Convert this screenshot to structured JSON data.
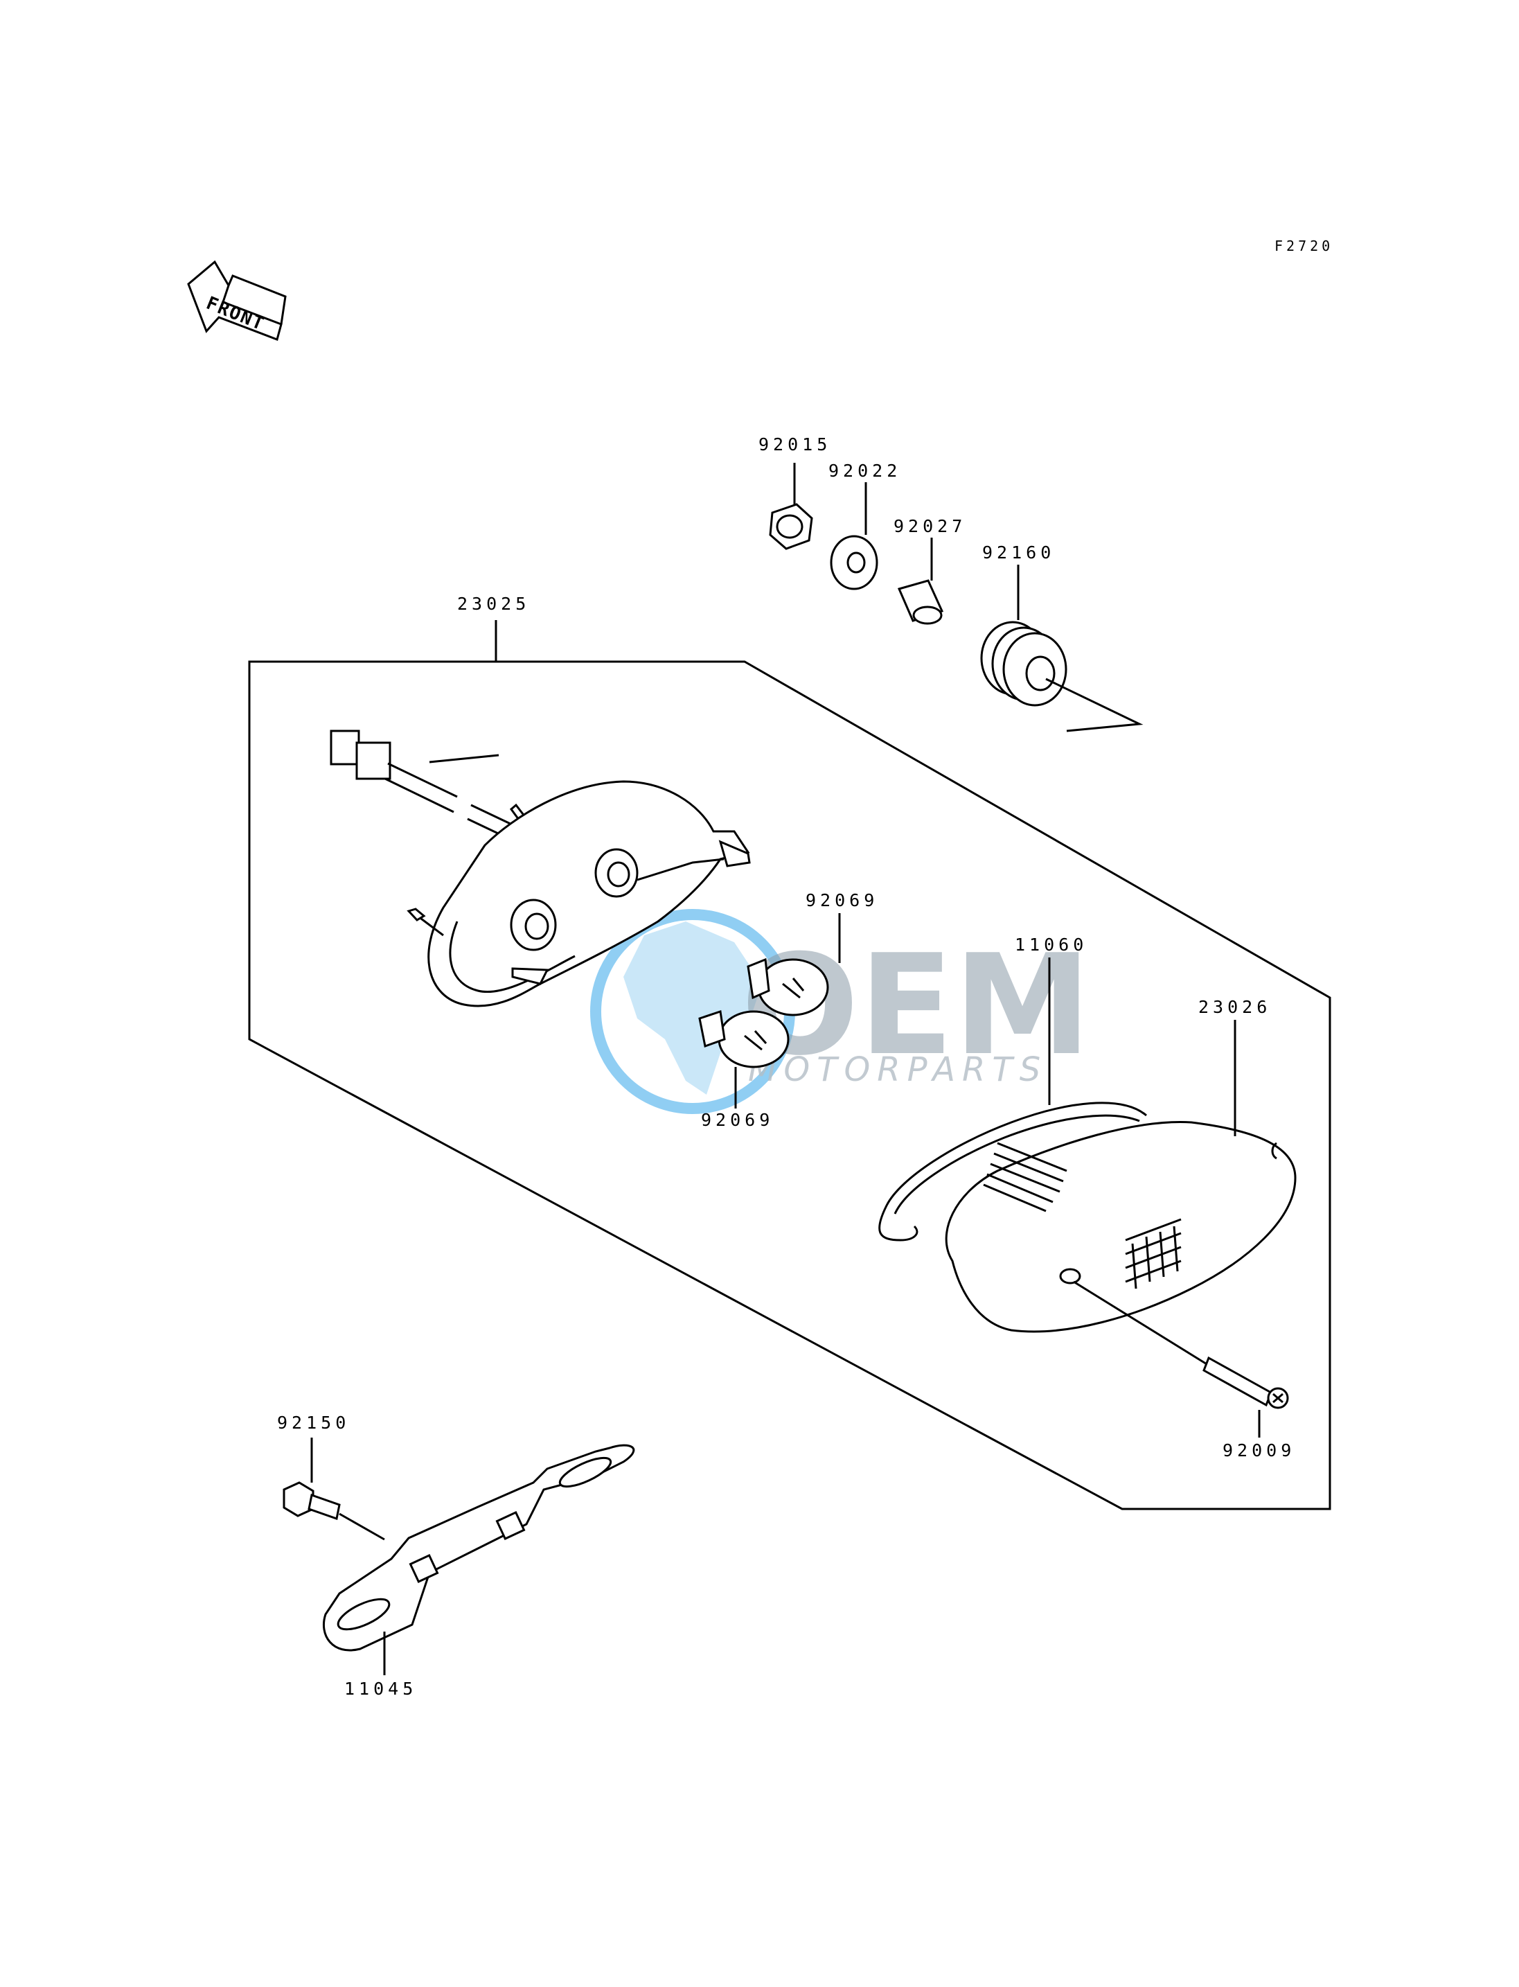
{
  "figure_code": "F2720",
  "front_label": "FRONT",
  "parts": {
    "p92015": "92015",
    "p92022": "92022",
    "p92027": "92027",
    "p92160": "92160",
    "p23025": "23025",
    "p92069_top": "92069",
    "p92069_bottom": "92069",
    "p11060": "11060",
    "p23026": "23026",
    "p92009": "92009",
    "p92150": "92150",
    "p11045": "11045"
  },
  "watermark": {
    "brand": "OEM",
    "sub": "MOTORPARTS"
  }
}
